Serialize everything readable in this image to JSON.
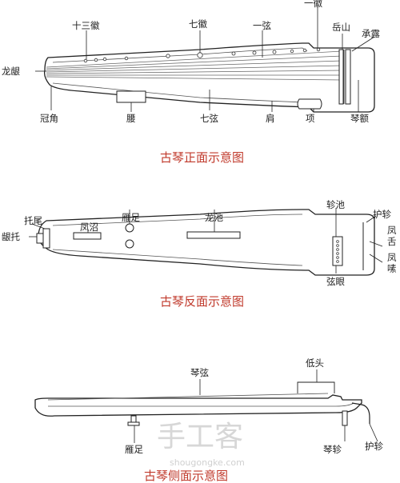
{
  "front": {
    "caption": "古琴正面示意图",
    "labels": {
      "longyin": "龙龈",
      "shisanhui": "十三徽",
      "qihui": "七徽",
      "yixian": "一弦",
      "yihui": "一徽",
      "yueshan": "岳山",
      "chenglu": "承露",
      "guanjiao": "冠角",
      "yao": "腰",
      "qixian": "七弦",
      "jian": "肩",
      "xiang": "项",
      "qine": "琴额"
    }
  },
  "back": {
    "caption": "古琴反面示意图",
    "labels": {
      "tuowei": "托尾",
      "yintuo": "龈托",
      "fengzhao": "凤沼",
      "yanzu": "雁足",
      "longchi": "龙池",
      "zhenchi": "轸池",
      "huzhen": "护轸",
      "fengshe_1": "凤",
      "fengshe_2": "舌",
      "fengxiao_1": "凤",
      "fengxiao_2": "嗉",
      "xianyan": "弦眼"
    }
  },
  "side": {
    "caption": "古琴侧面示意图",
    "labels": {
      "qinxian": "琴弦",
      "ditou": "低头",
      "yanzu": "雁足",
      "qinzhen": "琴轸",
      "huzhen": "护轸"
    }
  },
  "watermark": {
    "text": "手工客",
    "url": "shougongke.com"
  }
}
